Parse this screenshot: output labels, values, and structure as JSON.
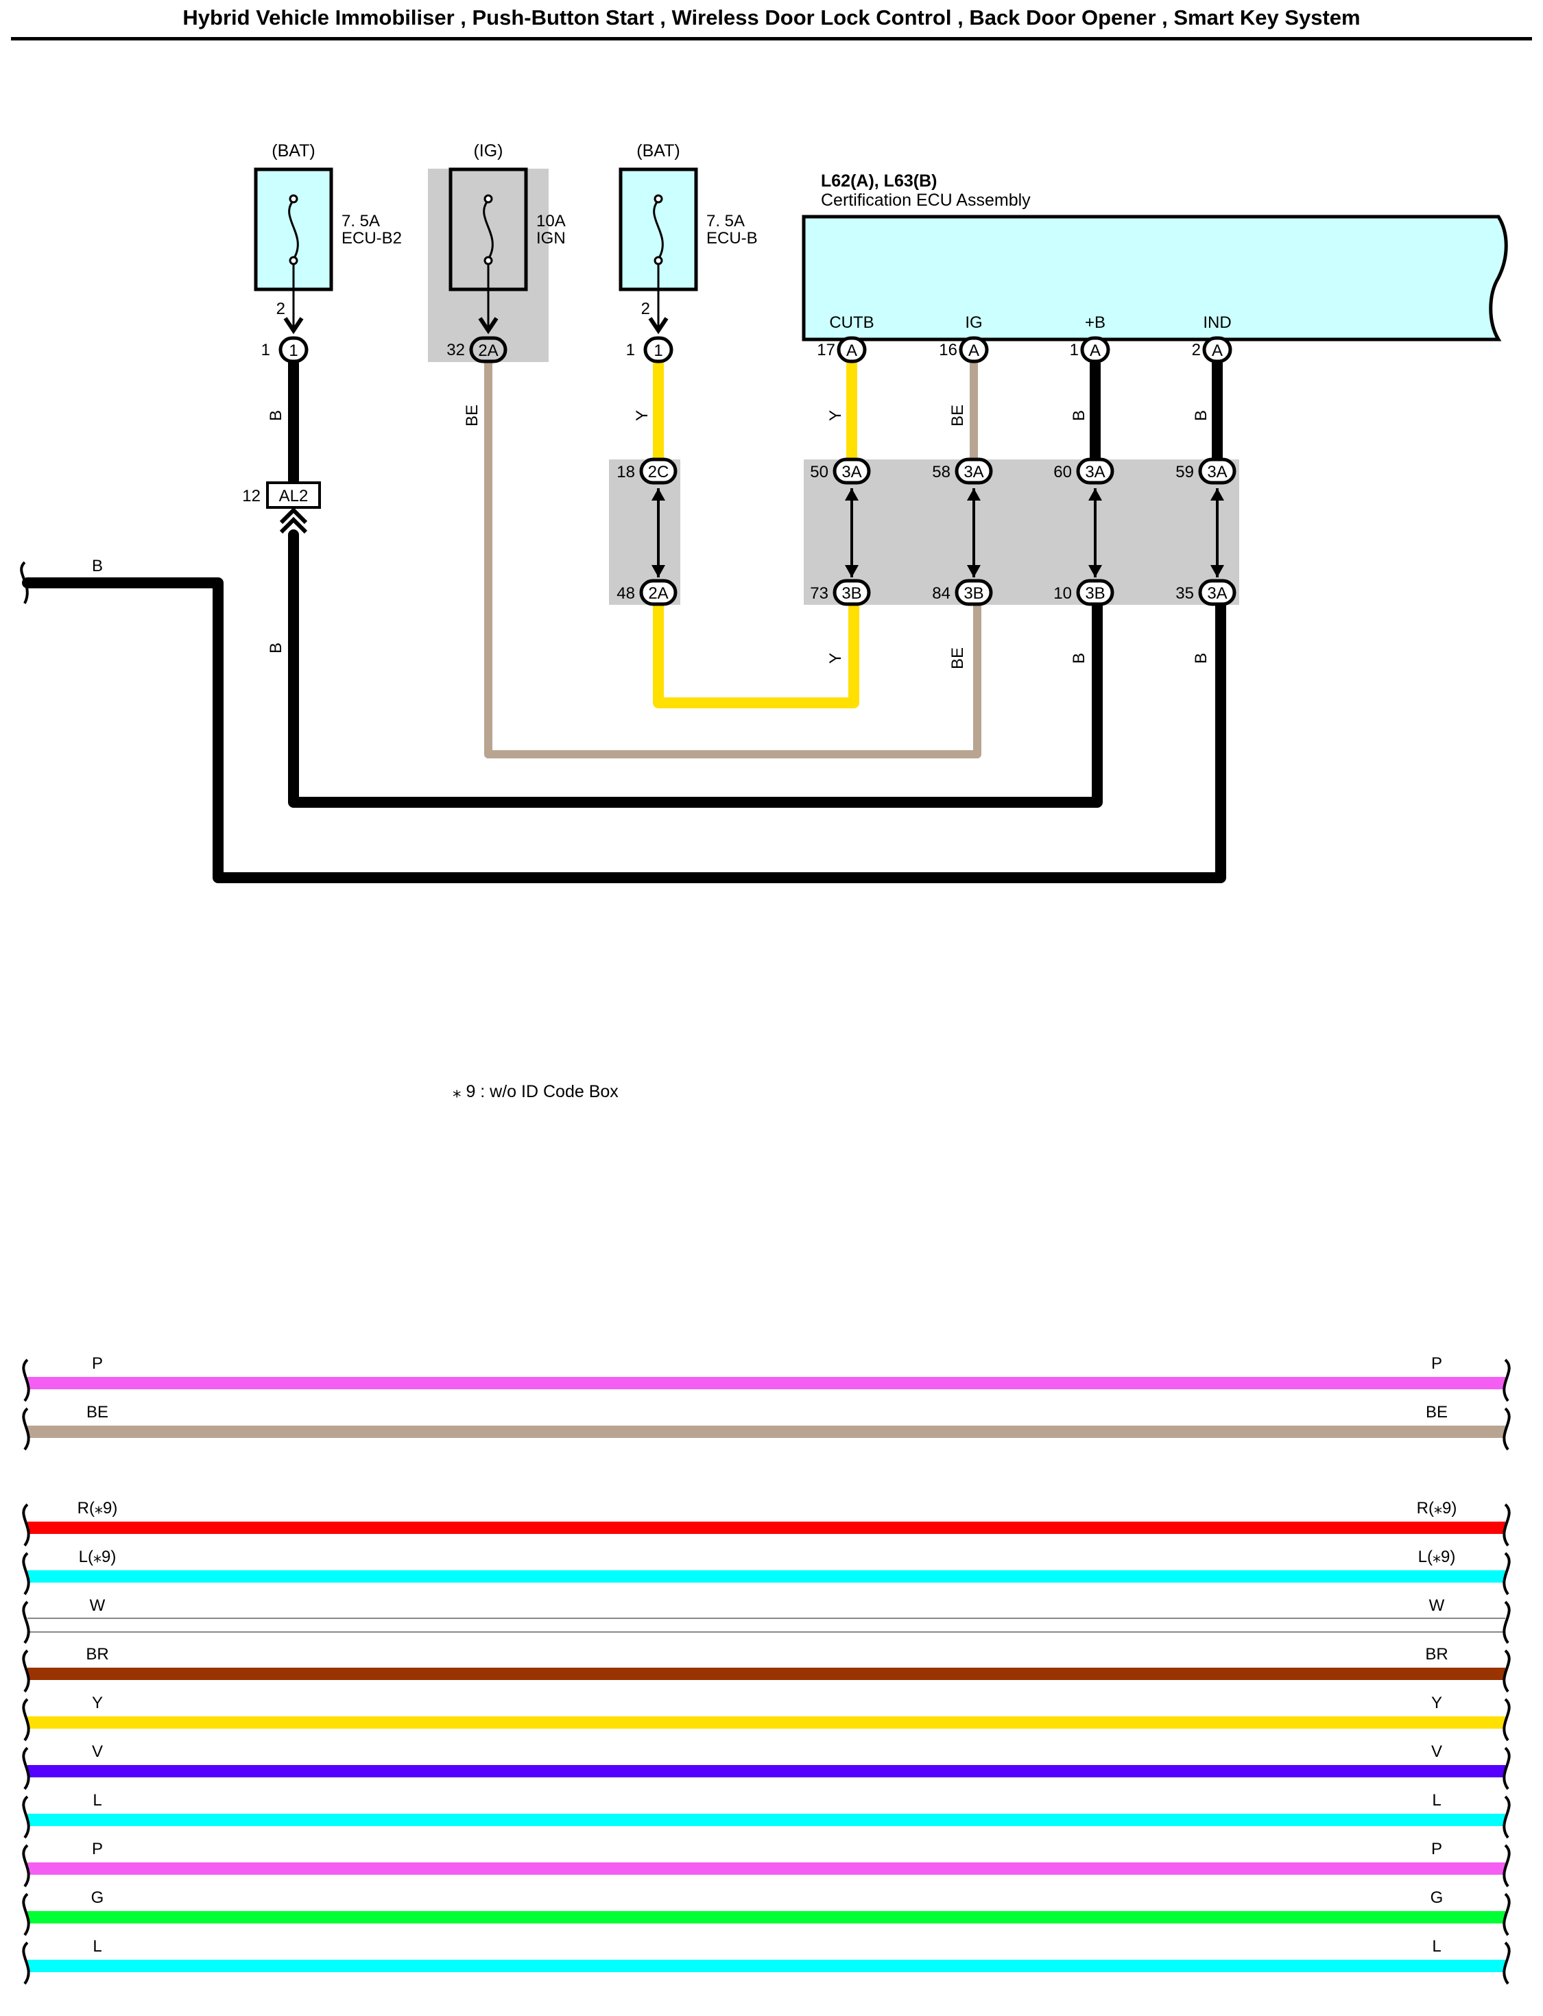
{
  "title": "Hybrid Vehicle Immobiliser , Push-Button Start , Wireless Door Lock Control , Back Door Opener , Smart Key System",
  "colors": {
    "B": "#000000",
    "BE": "#b8a490",
    "Y": "#ffe000",
    "P": "#f45ef2",
    "R": "#ff0000",
    "L": "#00ffff",
    "W": "#ffffff",
    "BR": "#993300",
    "V": "#5500ff",
    "G": "#00ff33",
    "fuse_fill": "#ccffff",
    "grey_fill": "#cccccc"
  },
  "fuses": [
    {
      "source": "(BAT)",
      "rating": "7. 5A",
      "name": "ECU-B2",
      "pin": "2",
      "connector_pin": "1",
      "connector": "1",
      "wire": "B",
      "grey": false
    },
    {
      "source": "(IG)",
      "rating": "10A",
      "name": "IGN",
      "pin": "",
      "connector_pin": "32",
      "connector": "2A",
      "wire": "BE",
      "grey": true
    },
    {
      "source": "(BAT)",
      "rating": "7. 5A",
      "name": "ECU-B",
      "pin": "2",
      "connector_pin": "1",
      "connector": "1",
      "wire": "Y",
      "grey": false
    }
  ],
  "ecu": {
    "code": "L62(A), L63(B)",
    "name": "Certification ECU Assembly",
    "terminals": [
      {
        "label": "CUTB",
        "pin": "17",
        "conn": "A",
        "wire": "Y"
      },
      {
        "label": "IG",
        "pin": "16",
        "conn": "A",
        "wire": "BE"
      },
      {
        "label": "+B",
        "pin": "1",
        "conn": "A",
        "wire": "B"
      },
      {
        "label": "IND",
        "pin": "2",
        "conn": "A",
        "wire": "B"
      }
    ]
  },
  "junctions": [
    {
      "top_pin": "18",
      "top_conn": "2C",
      "bottom_pin": "48",
      "bottom_conn": "2A"
    },
    {
      "top_pin": "50",
      "top_conn": "3A",
      "bottom_pin": "73",
      "bottom_conn": "3B"
    },
    {
      "top_pin": "58",
      "top_conn": "3A",
      "bottom_pin": "84",
      "bottom_conn": "3B"
    },
    {
      "top_pin": "60",
      "top_conn": "3A",
      "bottom_pin": "10",
      "bottom_conn": "3B"
    },
    {
      "top_pin": "59",
      "top_conn": "3A",
      "bottom_pin": "35",
      "bottom_conn": "3A"
    }
  ],
  "al2": {
    "pin": "12",
    "label": "AL2"
  },
  "wire_labels": {
    "w1a": "B",
    "w1b": "B",
    "w2": "BE",
    "w3": "Y",
    "w4a": "Y",
    "w4b": "Y",
    "w5a": "BE",
    "w5b": "BE",
    "w6a": "B",
    "w6b": "B",
    "w7a": "B",
    "w7b": "B",
    "left_bus": "B"
  },
  "footnote": "⁎ 9 : w/o ID Code Box",
  "bus_group1": [
    {
      "label": "P",
      "color": "P"
    },
    {
      "label": "BE",
      "color": "BE"
    }
  ],
  "bus_group2": [
    {
      "label": "R(⁎9)",
      "color": "R"
    },
    {
      "label": "L(⁎9)",
      "color": "L"
    },
    {
      "label": "W",
      "color": "W"
    },
    {
      "label": "BR",
      "color": "BR"
    },
    {
      "label": "Y",
      "color": "Y"
    },
    {
      "label": "V",
      "color": "V"
    },
    {
      "label": "L",
      "color": "L"
    },
    {
      "label": "P",
      "color": "P"
    },
    {
      "label": "G",
      "color": "G"
    },
    {
      "label": "L",
      "color": "L"
    }
  ]
}
